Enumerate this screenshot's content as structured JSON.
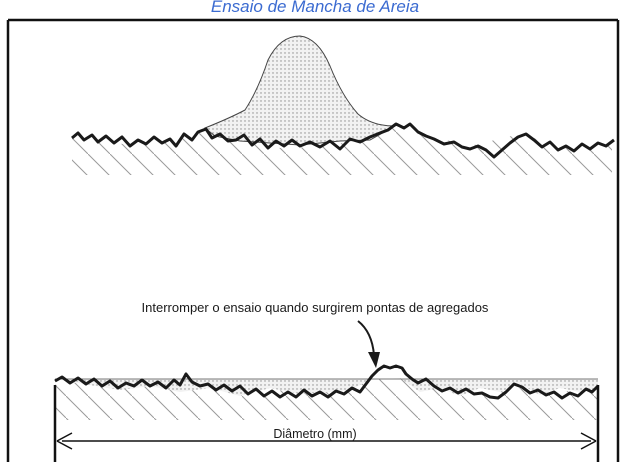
{
  "title": "Ensaio de Mancha de Areia",
  "annotation": "Interromper o ensaio quando surgirem pontas de agregados",
  "dimension_label": "Diâmetro (mm)",
  "colors": {
    "title": "#3b6bd1",
    "line": "#1a1a1a",
    "sand_fill": "#e8e8e8",
    "hatch": "#9a9a9a"
  }
}
